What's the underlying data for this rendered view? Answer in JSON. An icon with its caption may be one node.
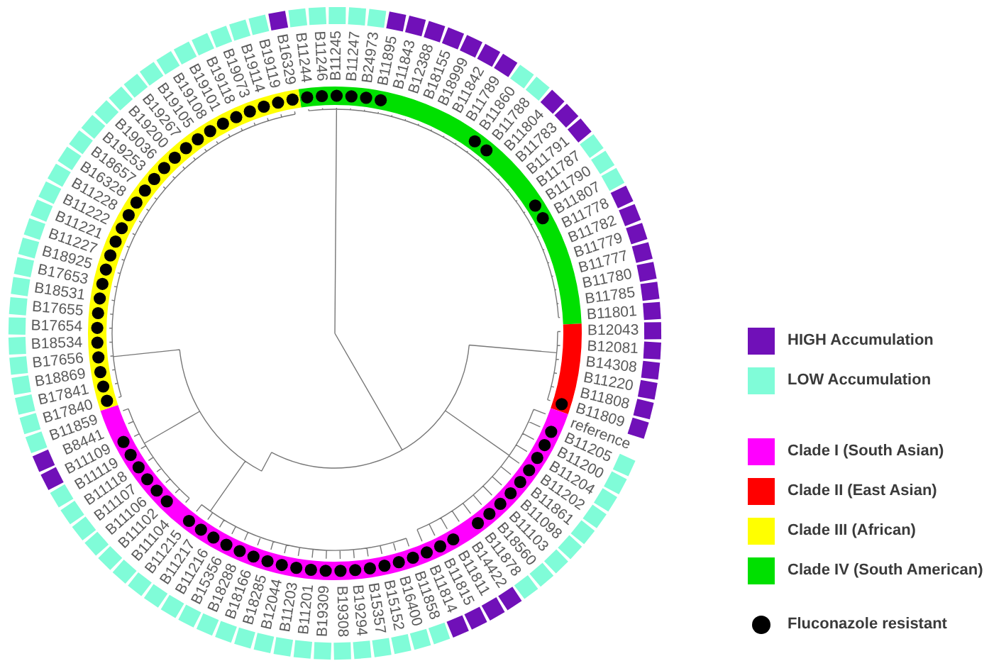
{
  "diagram": {
    "labels": [
      "B18534",
      "B17654",
      "B17655",
      "B18531",
      "B17653",
      "B18925",
      "B11227",
      "B11221",
      "B11222",
      "B11228",
      "B16328",
      "B18657",
      "B19253",
      "B19036",
      "B19200",
      "B19267",
      "B19105",
      "B19108",
      "B19101",
      "B19118",
      "B19073",
      "B19114",
      "B19119",
      "B16329",
      "B11244",
      "B11246",
      "B11245",
      "B11247",
      "B24973",
      "B11895",
      "B11843",
      "B12388",
      "B18155",
      "B18999",
      "B11842",
      "B11789",
      "B11860",
      "B11788",
      "B11804",
      "B11783",
      "B11791",
      "B11787",
      "B11790",
      "B11807",
      "B11778",
      "B11782",
      "B11779",
      "B11777",
      "B11780",
      "B11785",
      "B11801",
      "B12043",
      "B17656",
      "B18869",
      "B17841",
      "B17840",
      "B11859",
      "B8441",
      "B11109",
      "B11119",
      "B11118",
      "B11107",
      "B11106",
      "B11102",
      "B11104",
      "B11215",
      "B11217",
      "B11216",
      "B15356",
      "B18288",
      "B18166",
      "B18285",
      "B12044",
      "B11203",
      "B11201",
      "B19309",
      "B19308",
      "B19294",
      "B15357",
      "B15152",
      "B16400",
      "B11858",
      "B11814",
      "B11815",
      "B11811",
      "B14422",
      "B11878",
      "B18560",
      "B11103",
      "B11098",
      "B11861",
      "B11202",
      "B11204",
      "B11200",
      "B11205",
      "reference",
      "B11809",
      "B11808",
      "B11220",
      "B14308",
      "B12081"
    ],
    "legend": [
      {
        "text": "HIGH Accumulation",
        "color": "#7010b8"
      },
      {
        "text": "LOW Accumulation",
        "color": "#80fcd8"
      },
      {
        "text": "Clade I (South Asian)",
        "color": "#ff00ff"
      },
      {
        "text": "Clade II (East Asian)",
        "color": "#ff0000"
      },
      {
        "text": "Clade III (African)",
        "color": "#ffff00"
      },
      {
        "text": "Clade IV (South American)",
        "color": "#00e000"
      },
      {
        "text": "Fluconazole resistant"
      }
    ]
  }
}
